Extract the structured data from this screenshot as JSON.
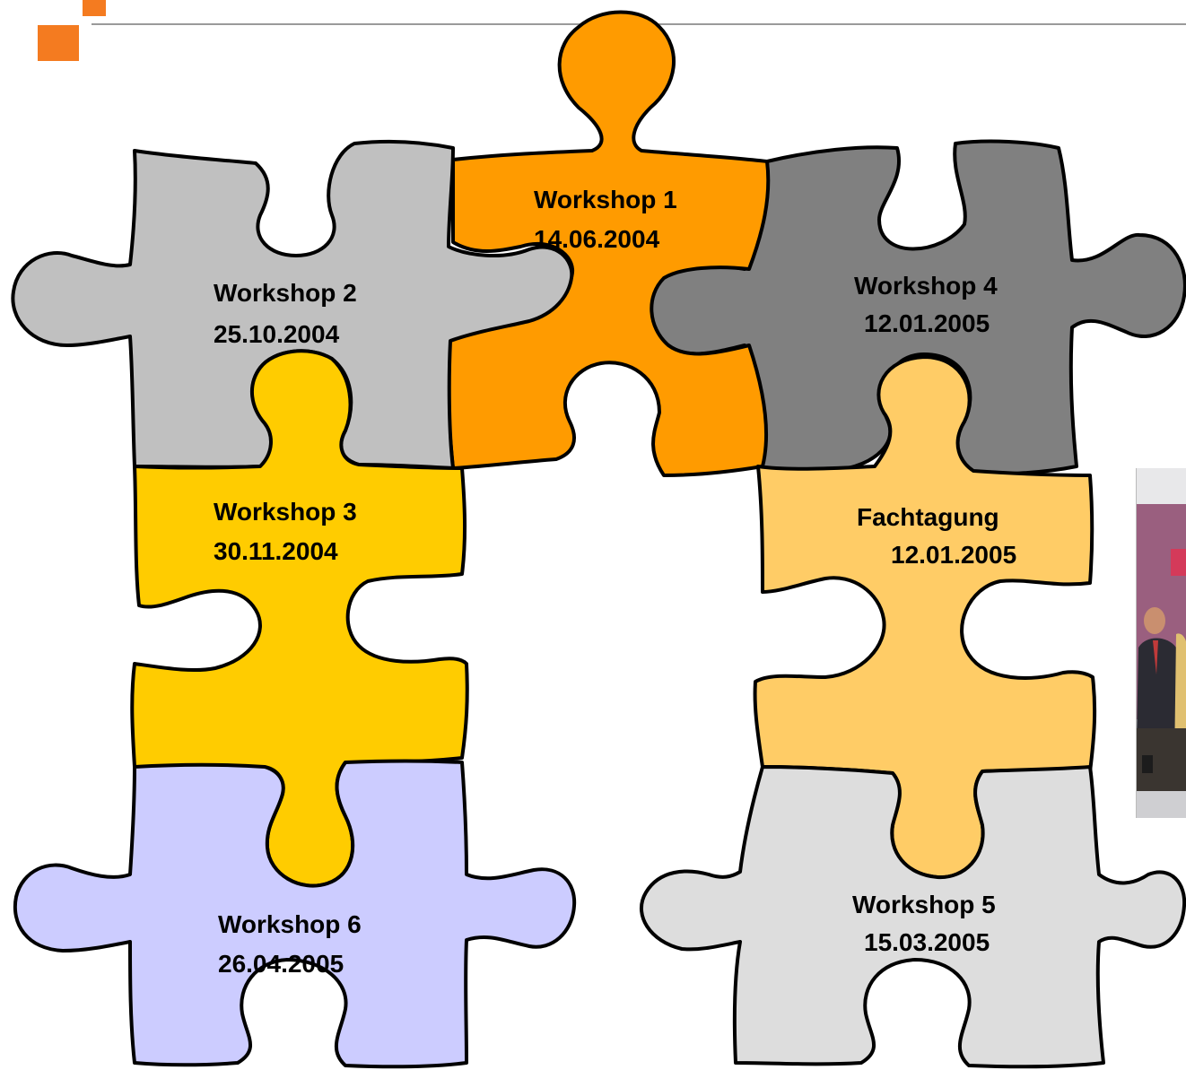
{
  "colors": {
    "accent_orange": "#f47b20",
    "rule_gray": "#9a9a9a",
    "workshop1": "#ff9b00",
    "workshop2": "#c0c0c0",
    "workshop3": "#ffcc00",
    "workshop4": "#808080",
    "fachtagung": "#ffcc66",
    "workshop5": "#dddddd",
    "workshop6": "#ccccff"
  },
  "pieces": [
    {
      "id": "workshop1",
      "title": "Workshop 1",
      "date": "14.06.2004"
    },
    {
      "id": "workshop2",
      "title": "Workshop 2",
      "date": "25.10.2004"
    },
    {
      "id": "workshop3",
      "title": "Workshop 3",
      "date": "30.11.2004"
    },
    {
      "id": "workshop4",
      "title": "Workshop 4",
      "date": "12.01.2005"
    },
    {
      "id": "fachtagung",
      "title": "Fachtagung",
      "date": "12.01.2005"
    },
    {
      "id": "workshop5",
      "title": "Workshop 5",
      "date": "15.03.2005"
    },
    {
      "id": "workshop6",
      "title": "Workshop 6",
      "date": "26.04.2005"
    }
  ],
  "photo": {
    "icon": "photo-of-people-seated"
  }
}
